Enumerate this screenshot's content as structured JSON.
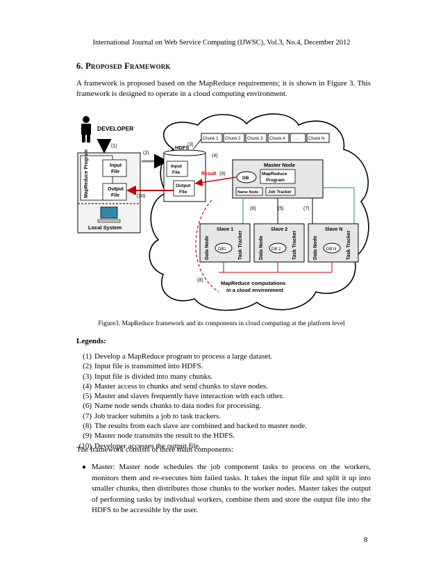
{
  "header": "International Journal on Web Service Computing (IJWSC), Vol.3, No.4, December 2012",
  "section_title": "6. Proposed Framework",
  "intro": "A framework is proposed based on the MapReduce requirements; it is shown in Figure 3. This framework is designed to operate in a cloud computing environment.",
  "figure": {
    "developer": "DEVELOPER",
    "mapreduce_program_vertical": "MapReduce Program",
    "input_file": [
      "Input",
      "File"
    ],
    "output_file": [
      "Output",
      "File"
    ],
    "local_system": "Local System",
    "hdfs": "HDFS",
    "chunks": [
      "Chunk 1",
      "Chunk 2",
      "Chunk 3",
      "Chunk 4",
      "...",
      "Chunk N"
    ],
    "master_node": "Master Node",
    "db": "DB",
    "mr_program": [
      "MapReduce",
      "Program"
    ],
    "name_node": "Name Node",
    "job_tracker": "Job Tracker",
    "result": "Result",
    "slaves": [
      {
        "name": "Slave 1",
        "db": "DB1"
      },
      {
        "name": "Slave 2",
        "db": "DB 2"
      },
      {
        "name": "Slave N",
        "db": "DB N"
      }
    ],
    "data_node": "Data Node",
    "task_tracker": "Task Tracker",
    "cloud_label": [
      "MapReduce computations",
      "in a cloud environment"
    ],
    "step_labels": [
      "(1)",
      "(2)",
      "(3)",
      "(4)",
      "(5)",
      "(6)",
      "(7)",
      "(8)",
      "(9)",
      "(10)"
    ]
  },
  "caption": "Figure3. MapReduce framework and its components in cloud computing at the platform level",
  "legend_title": "Legends:",
  "legends": [
    {
      "num": "(1)",
      "text": "Develop a MapReduce program to process a large dataset."
    },
    {
      "num": "(2)",
      "text": "Input file is transmitted into HDFS."
    },
    {
      "num": "(3)",
      "text": "Input file is divided into many chunks."
    },
    {
      "num": "(4)",
      "text": "Master access to chunks and send chunks to slave nodes."
    },
    {
      "num": "(5)",
      "text": "Master and slaves frequently have interaction with each other."
    },
    {
      "num": "(6)",
      "text": "Name node sends chunks to data nodes for processing."
    },
    {
      "num": "(7)",
      "text": "Job tracker submits a job to task trackers."
    },
    {
      "num": "(8)",
      "text": "The results from each slave are combined and backed to master node."
    },
    {
      "num": "(9)",
      "text": "Master node transmits the result to the HDFS."
    },
    {
      "num": "(10)",
      "text": "Developer accesses the output file."
    }
  ],
  "components_intro": "The framework consists of three main components:",
  "bullet": "Master: Master node schedules the job component tasks to process on the workers, monitors them and re-executes him failed tasks. It takes the input file and split it up into smaller chunks, then distributes those chunks to the worker nodes. Master takes the output of performing tasks by individual workers, combine them and store the output file into the HDFS to be accessible by the user.",
  "page_number": "8"
}
